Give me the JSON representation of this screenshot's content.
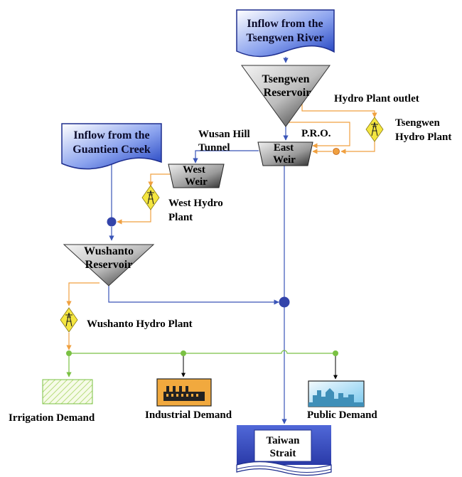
{
  "nodes": {
    "tsengwen_inflow": [
      "Inflow from the",
      "Tsengwen River"
    ],
    "guantien_inflow": [
      "Inflow from the",
      "Guantien Creek"
    ],
    "tsengwen_reservoir": [
      "Tsengwen",
      "Reservoir"
    ],
    "wushanto_reservoir": [
      "Wushanto",
      "Reservoir"
    ],
    "east_weir": [
      "East",
      "Weir"
    ],
    "west_weir": [
      "West",
      "Weir"
    ],
    "taiwan_strait": [
      "Taiwan",
      "Strait"
    ]
  },
  "labels": {
    "hydro_plant_outlet": "Hydro Plant outlet",
    "tsengwen_hydro": [
      "Tsengwen",
      "Hydro Plant"
    ],
    "pro": "P.R.O.",
    "wusan_hill_tunnel": [
      "Wusan Hill",
      "Tunnel"
    ],
    "west_hydro": [
      "West Hydro",
      "Plant"
    ],
    "wushanto_hydro": "Wushanto Hydro Plant",
    "irrigation_demand": "Irrigation Demand",
    "industrial_demand": "Industrial Demand",
    "public_demand": "Public Demand"
  },
  "colors": {
    "river_flow": "#3a55b8",
    "hydro_flow": "#f0a040",
    "demand_flow": "#7ac143",
    "node_blue": "#3344aa",
    "hydro_yellow": "#f4e640"
  }
}
